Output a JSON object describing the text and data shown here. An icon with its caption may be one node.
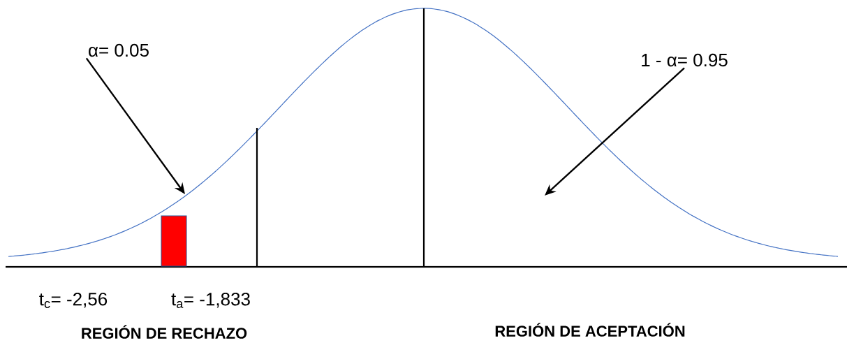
{
  "diagram": {
    "nodes": [
      {
        "text": [
          "α= 0.05"
        ]
      },
      {
        "text": [
          "1 - α= 0.95"
        ]
      },
      {
        "text": [],
        "shape": "bar"
      }
    ],
    "edges": [
      {
        "from": 0,
        "to": null,
        "arrow": "to"
      },
      {
        "from": 1,
        "to": null,
        "arrow": "to"
      }
    ],
    "labels": [
      "t$_{c}$= -2,56",
      "t$_{a}$= -1,833",
      "**REGIÓN DE RECHAZO**",
      "**REGIÓN DE ACEPTACIÓN**"
    ]
  }
}
